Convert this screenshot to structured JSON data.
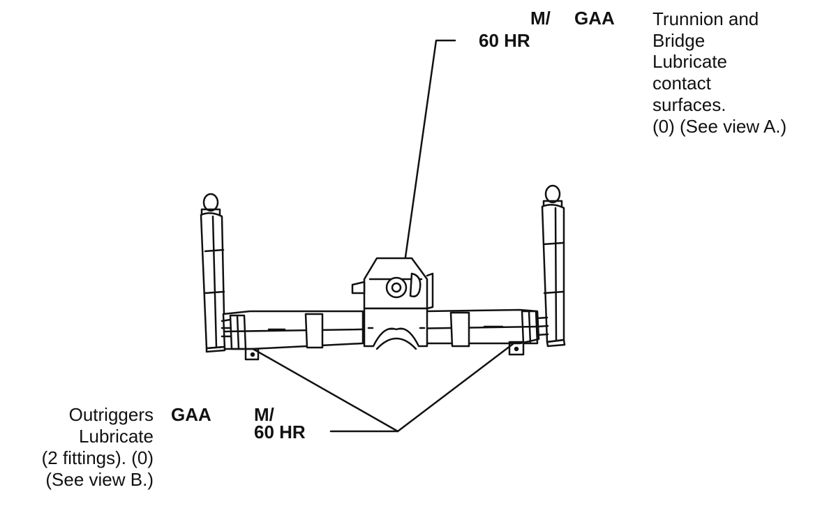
{
  "top_callout": {
    "interval_line1": "M/",
    "interval_line2": "60 HR",
    "lubricant": "GAA",
    "item": "Trunnion and Bridge",
    "desc": [
      "Lubricate",
      "contact",
      "surfaces.",
      "(0) (See view A.)"
    ]
  },
  "bottom_callout": {
    "item": "Outriggers",
    "desc": [
      "Lubricate",
      "(2 fittings). (0)",
      "(See view B.)"
    ],
    "lubricant": "GAA",
    "interval_line1": "M/",
    "interval_line2": "60 HR"
  }
}
